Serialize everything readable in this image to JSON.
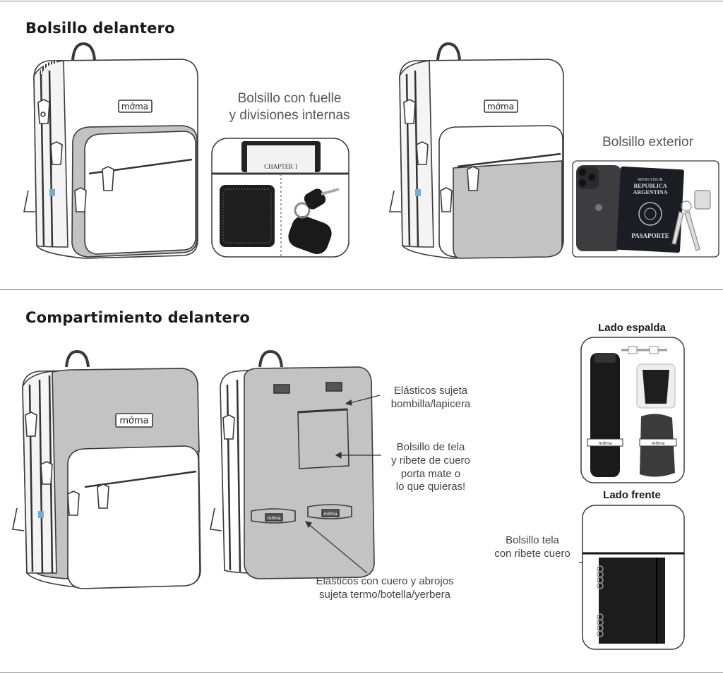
{
  "section1": {
    "title": "Bolsillo delantero",
    "label_gusset_line1": "Bolsillo con fuelle",
    "label_gusset_line2": "y divisiones internas",
    "label_exterior": "Bolsillo exterior",
    "book_text": "CHAPTER 1",
    "passport_line1": "MERCOSUR",
    "passport_line2": "REPUBLICA",
    "passport_line3": "ARGENTINA",
    "passport_line4": "PASAPORTE"
  },
  "section2": {
    "title": "Compartimiento delantero",
    "label_elastic_line1": "Elásticos sujeta",
    "label_elastic_line2": "bombilla/lapicera",
    "label_pocket_line1": "Bolsillo de tela",
    "label_pocket_line2": "y ribete de cuero",
    "label_pocket_line3": "porta mate o",
    "label_pocket_line4": "lo que quieras!",
    "label_straps_line1": "Elásticos con cuero y abrojos",
    "label_straps_line2": "sujeta termo/botella/yerbera",
    "back_side_title": "Lado espalda",
    "front_side_title": "Lado frente",
    "label_fabric_line1": "Bolsillo tela",
    "label_fabric_line2": "con ribete cuero"
  },
  "brand": {
    "logo_text": "mớma",
    "strap_text": "mớma"
  },
  "colors": {
    "accent_gray": "#c3c3c3",
    "outline": "#3a3a3a",
    "flag_blue": "#6ab0d8"
  }
}
